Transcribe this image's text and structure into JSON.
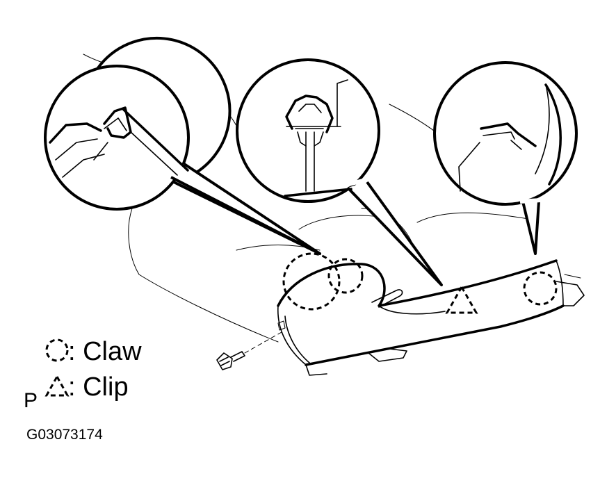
{
  "legend": {
    "claw_label": ": Claw",
    "clip_label": ": Clip",
    "claw_symbol_icon": "dashed-circle-icon",
    "clip_symbol_icon": "dashed-triangle-icon"
  },
  "marker": "P",
  "figure_id": "G03073174",
  "colors": {
    "line": "#000000",
    "background": "#ffffff"
  }
}
